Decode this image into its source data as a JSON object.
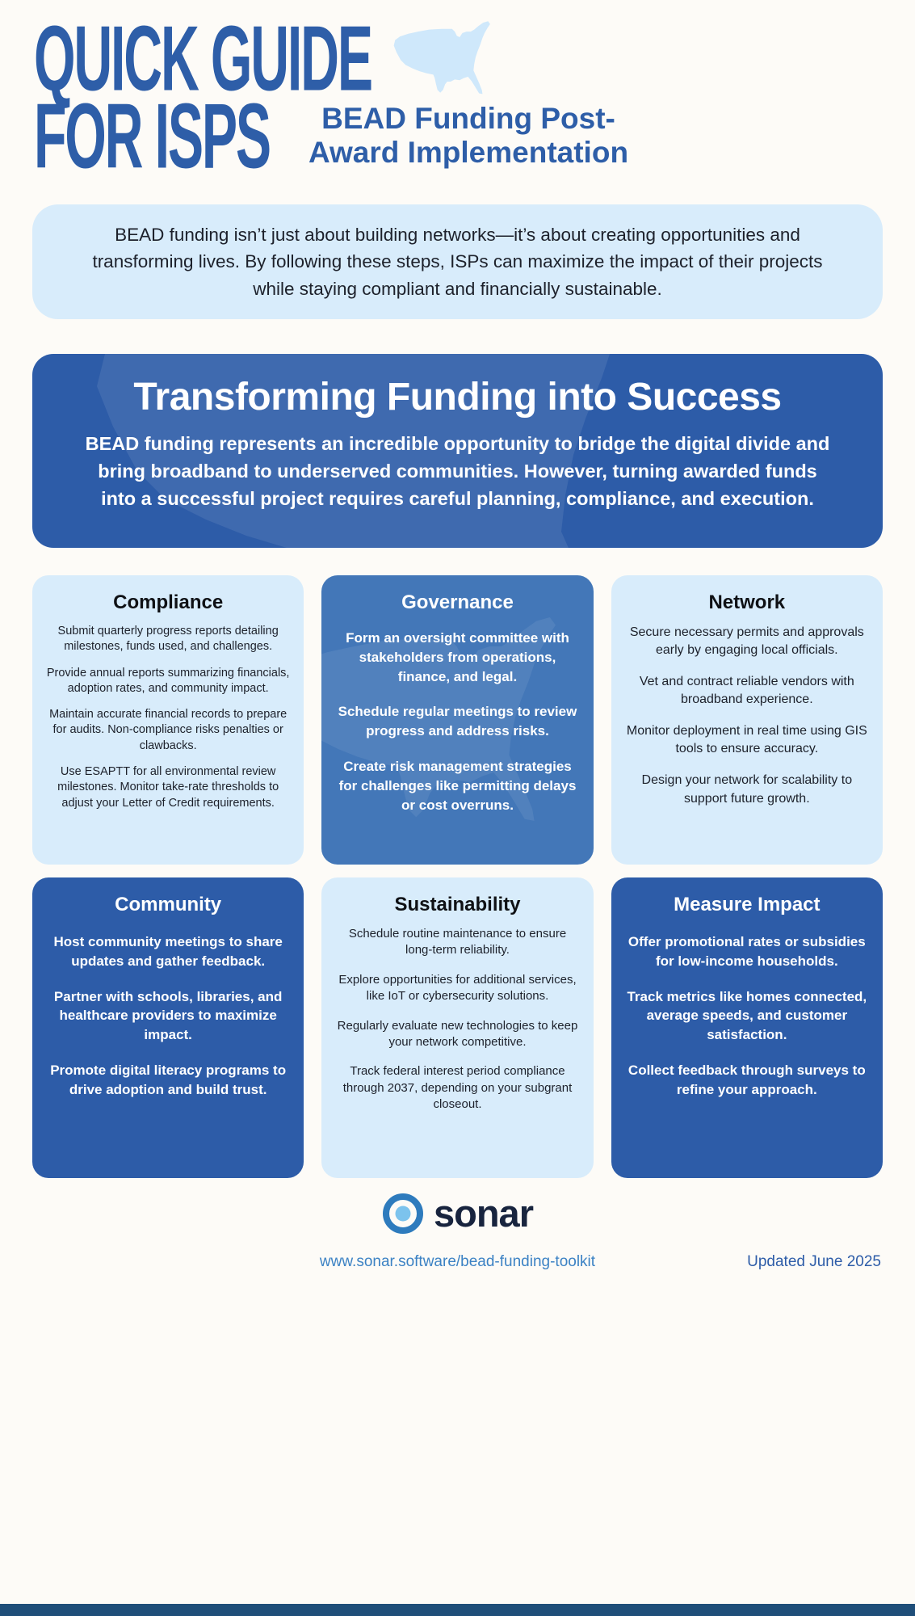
{
  "palette": {
    "page-bg": "#fdfbf7",
    "dark-blue": "#2d5ca8",
    "mid-blue": "#4377b8",
    "light-blue": "#d8ecfb",
    "title-blue": "#2e5ea8",
    "link-blue": "#3c82c4",
    "strip-blue": "#1f4e79",
    "text-dark": "#1d212b",
    "logo-navy": "#18243e",
    "map-blue": "#cfe8fb"
  },
  "icons": {
    "header_map": "usa-map-icon",
    "hero_watermark": "usa-map-watermark-icon",
    "logo": "sonar-circle-icon"
  },
  "header": {
    "title_line1": "QUICK GUIDE",
    "title_line2": "FOR ISPS",
    "subtitle_line1": "BEAD Funding Post-",
    "subtitle_line2": "Award Implementation"
  },
  "intro": {
    "text": "BEAD funding isn’t just about building networks—it’s about creating opportunities and transforming lives. By following these steps, ISPs can maximize the impact of their projects while staying compliant and financially sustainable."
  },
  "hero": {
    "title": "Transforming Funding into Success",
    "body": "BEAD funding represents an incredible opportunity to bridge the digital divide and bring broadband to underserved communities. However, turning awarded funds into a successful project requires careful planning, compliance, and execution."
  },
  "cards": [
    {
      "title": "Compliance",
      "variant": "light",
      "paragraphs": [
        "Submit quarterly progress reports detailing milestones, funds used, and challenges.",
        "Provide annual reports summarizing financials, adoption rates, and community impact.",
        "Maintain accurate financial records to prepare for audits. Non-compliance risks penalties or clawbacks.",
        "Use ESAPTT for all environmental review milestones. Monitor take-rate thresholds to adjust your Letter of Credit requirements."
      ]
    },
    {
      "title": "Governance",
      "variant": "mid",
      "paragraphs": [
        "Form an oversight committee with stakeholders from operations, finance, and legal.",
        "Schedule regular meetings to review progress and address risks.",
        "Create risk management strategies for challenges like permitting delays or cost overruns."
      ]
    },
    {
      "title": "Network",
      "variant": "light",
      "paragraphs": [
        "Secure necessary permits and approvals early by engaging local officials.",
        "Vet and contract reliable vendors with broadband experience.",
        "Monitor deployment in real time using GIS tools to ensure accuracy.",
        "Design your network for scalability to support future growth."
      ]
    },
    {
      "title": "Community",
      "variant": "dark",
      "paragraphs": [
        "Host community meetings to share updates and gather feedback.",
        "Partner with schools, libraries, and healthcare providers to maximize impact.",
        "Promote digital literacy programs to drive adoption and build trust."
      ]
    },
    {
      "title": "Sustainability",
      "variant": "light",
      "paragraphs": [
        "Schedule routine maintenance to ensure long-term reliability.",
        "Explore opportunities for additional services, like IoT or cybersecurity solutions.",
        "Regularly evaluate new technologies to keep your network competitive.",
        "Track federal interest period compliance through 2037, depending on your subgrant closeout."
      ]
    },
    {
      "title": "Measure Impact",
      "variant": "dark",
      "paragraphs": [
        "Offer promotional rates or subsidies for low-income households.",
        "Track metrics like homes connected, average speeds, and customer satisfaction.",
        "Collect feedback through surveys to refine your approach."
      ]
    }
  ],
  "footer": {
    "logo_text": "sonar",
    "url": "www.sonar.software/bead-funding-toolkit",
    "updated": "Updated June 2025"
  }
}
